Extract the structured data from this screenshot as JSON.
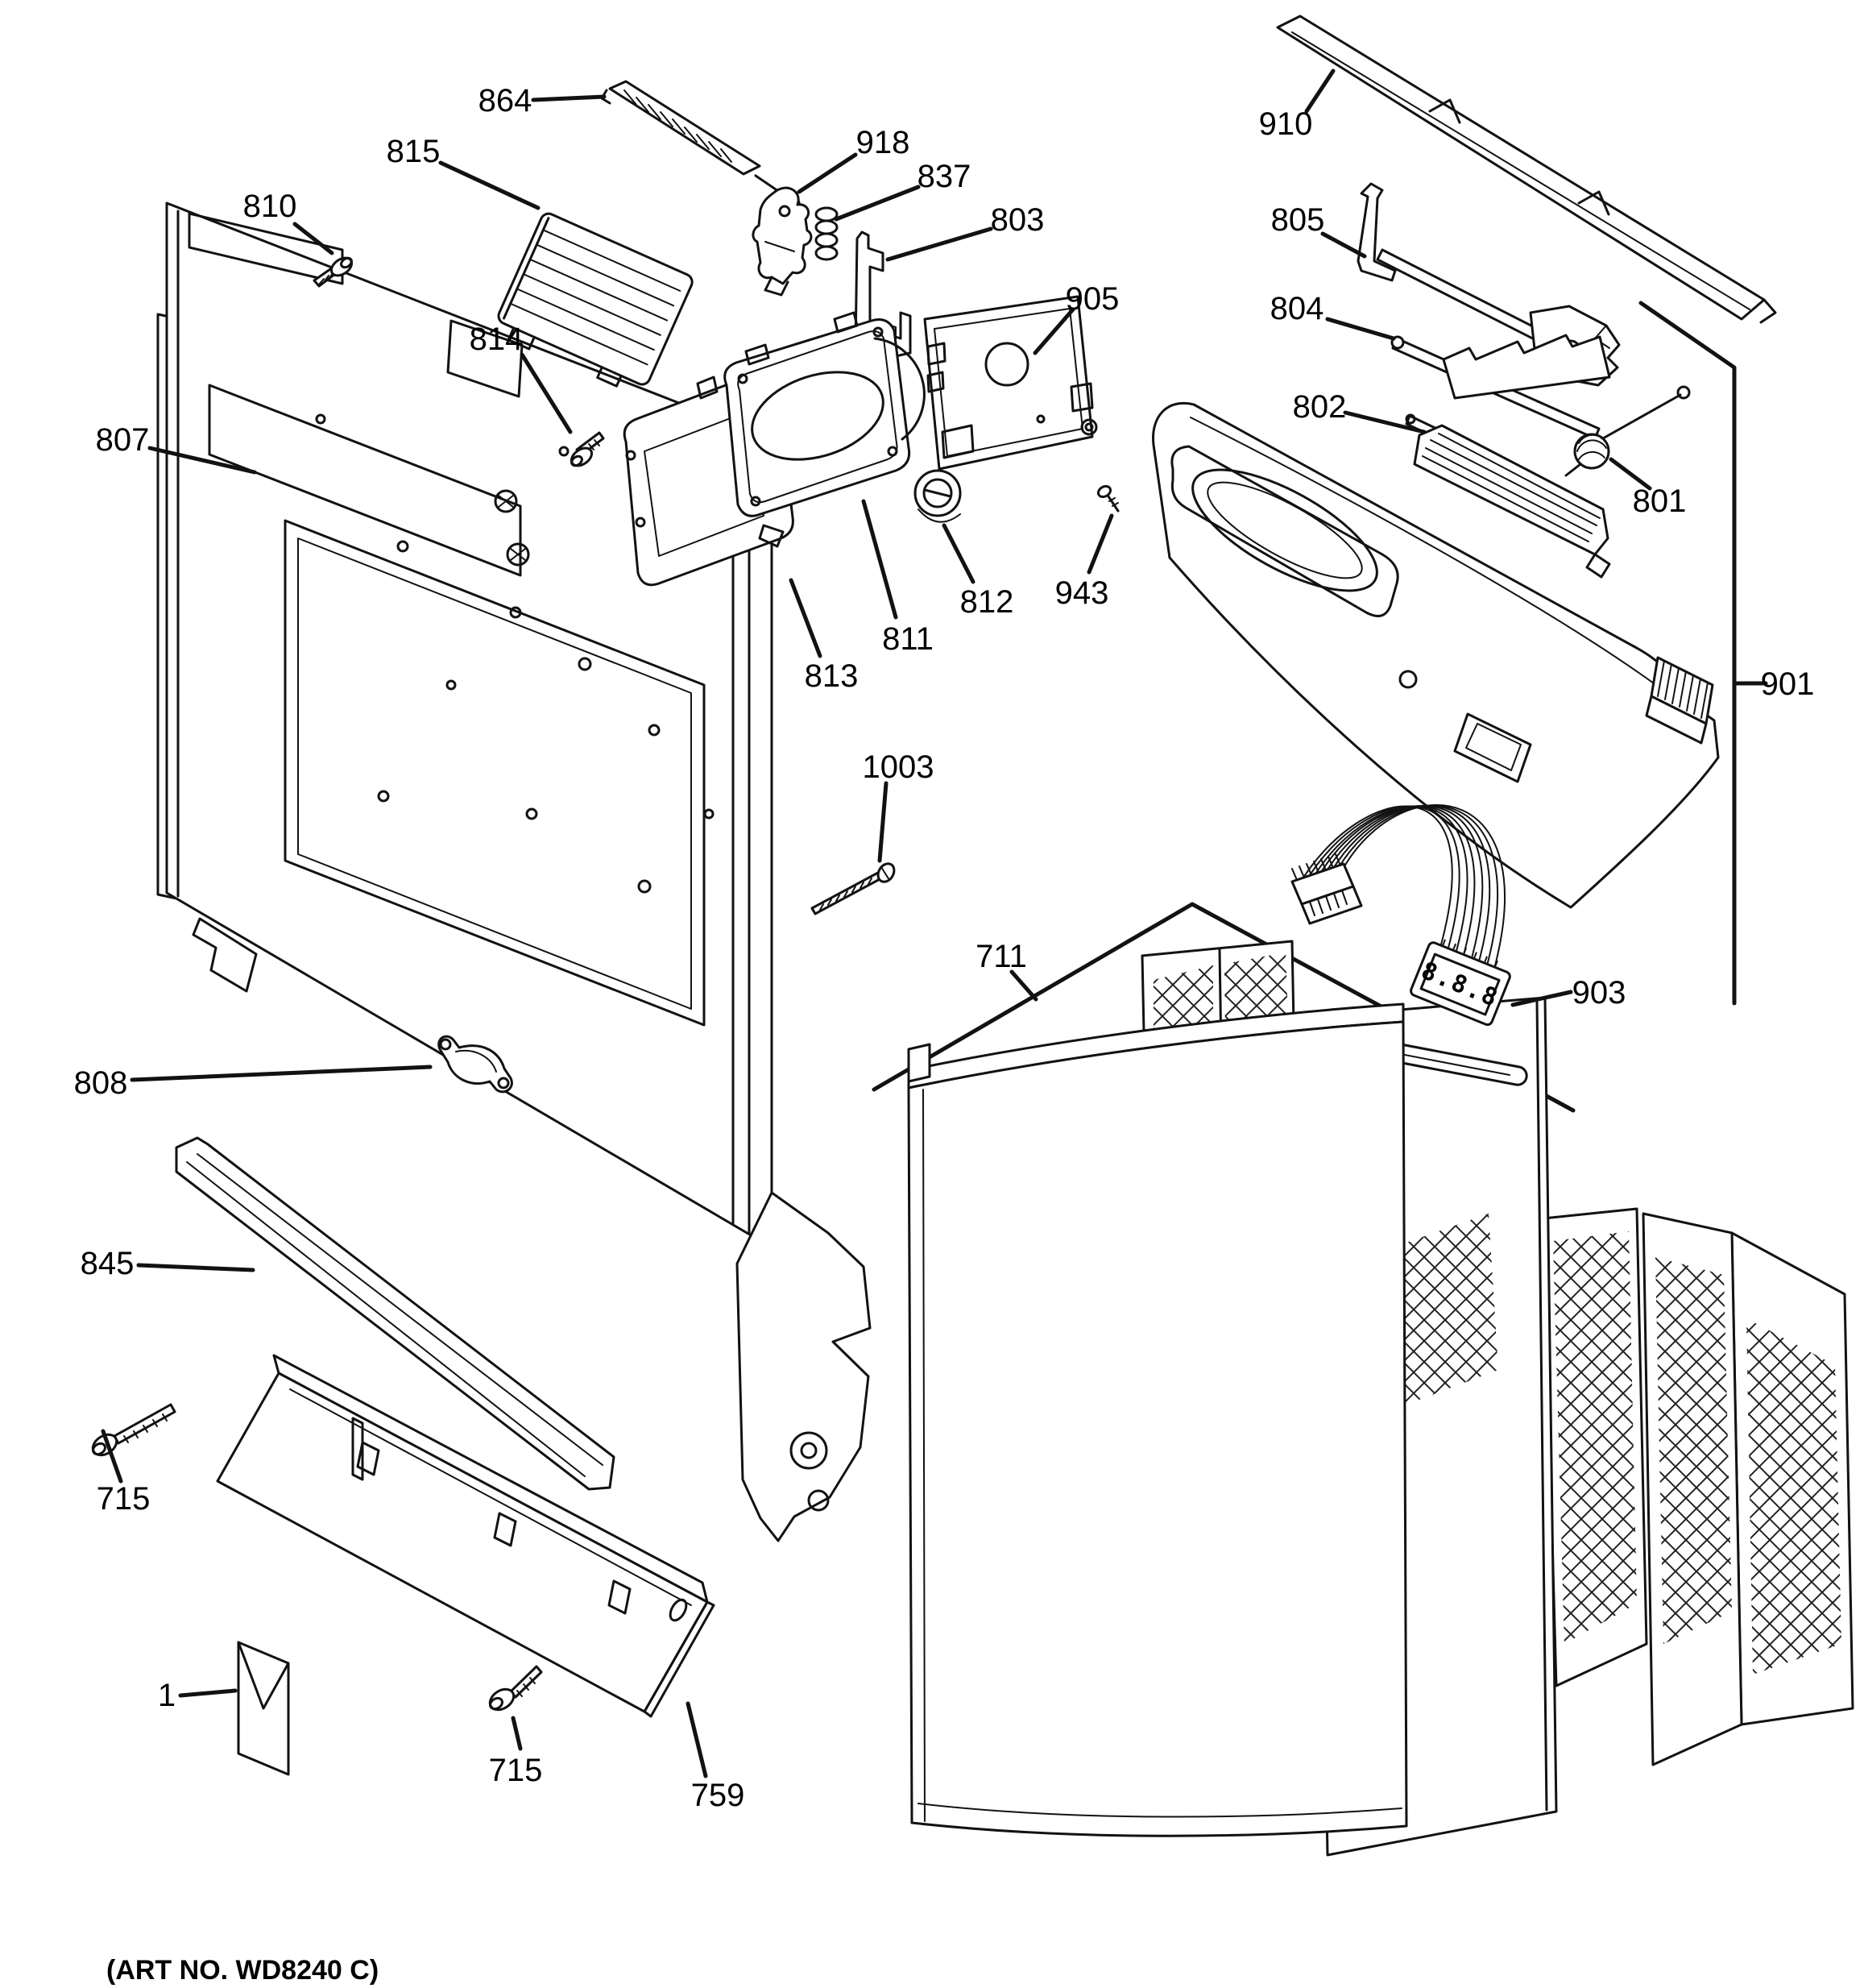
{
  "page": {
    "background": "#ffffff",
    "ink": "#121212",
    "art_no": "(ART NO. WD8240 C)",
    "display_digits": "8.8.8"
  },
  "callouts": [
    {
      "id": "864",
      "text": "864"
    },
    {
      "id": "815",
      "text": "815"
    },
    {
      "id": "810",
      "text": "810"
    },
    {
      "id": "814",
      "text": "814"
    },
    {
      "id": "807",
      "text": "807"
    },
    {
      "id": "918",
      "text": "918"
    },
    {
      "id": "837",
      "text": "837"
    },
    {
      "id": "803",
      "text": "803"
    },
    {
      "id": "905",
      "text": "905"
    },
    {
      "id": "943",
      "text": "943"
    },
    {
      "id": "812",
      "text": "812"
    },
    {
      "id": "811",
      "text": "811"
    },
    {
      "id": "813",
      "text": "813"
    },
    {
      "id": "1003",
      "text": "1003"
    },
    {
      "id": "711",
      "text": "711"
    },
    {
      "id": "808",
      "text": "808"
    },
    {
      "id": "845",
      "text": "845"
    },
    {
      "id": "715a",
      "text": "715"
    },
    {
      "id": "1",
      "text": "1"
    },
    {
      "id": "715b",
      "text": "715"
    },
    {
      "id": "759",
      "text": "759"
    },
    {
      "id": "910",
      "text": "910"
    },
    {
      "id": "805",
      "text": "805"
    },
    {
      "id": "804",
      "text": "804"
    },
    {
      "id": "802",
      "text": "802"
    },
    {
      "id": "801",
      "text": "801"
    },
    {
      "id": "901",
      "text": "901"
    },
    {
      "id": "903",
      "text": "903"
    }
  ]
}
